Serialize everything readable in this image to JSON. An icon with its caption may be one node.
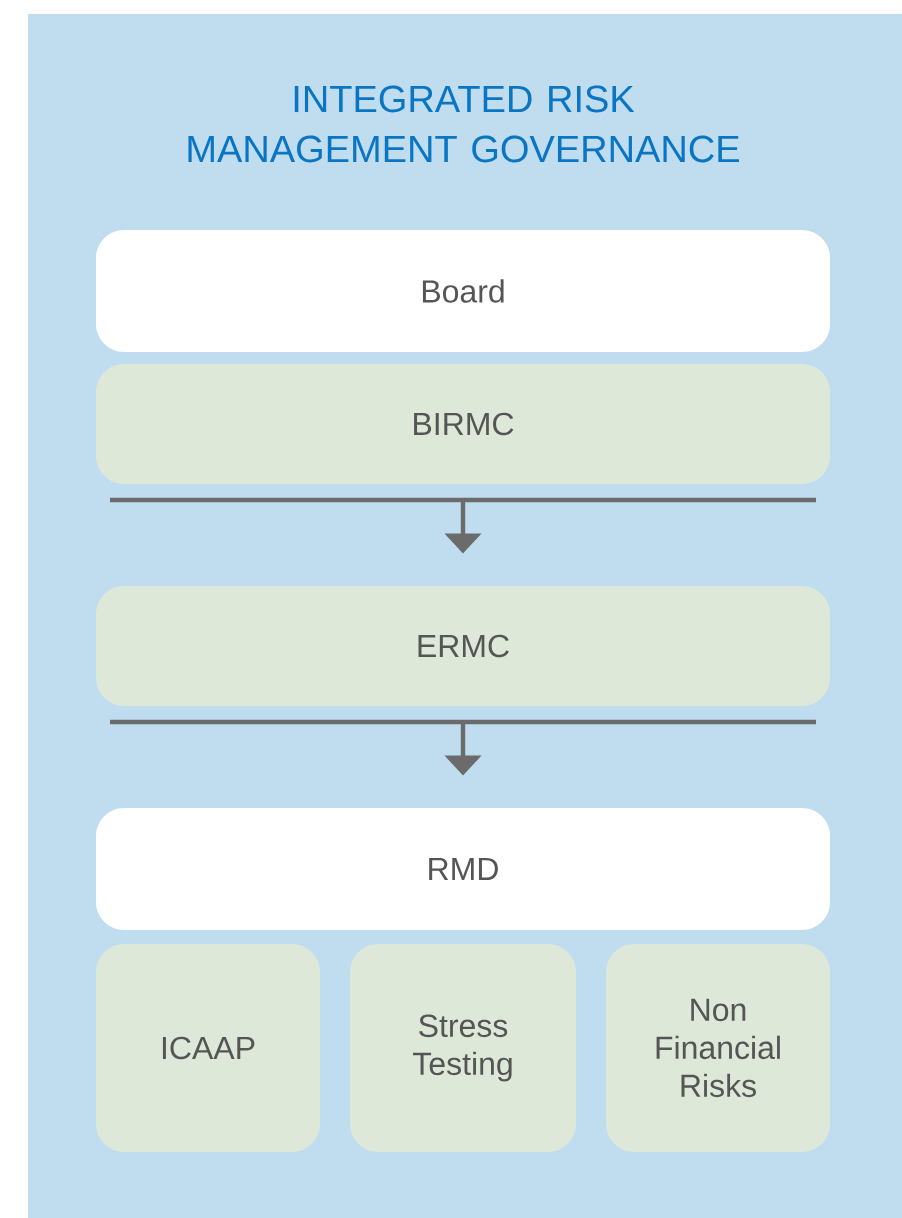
{
  "diagram": {
    "title": "INTEGRATED RISK MANAGEMENT GOVERNANCE",
    "nodes": [
      {
        "text": [
          "Board"
        ]
      },
      {
        "text": [
          "BIRMC"
        ]
      },
      {
        "text": [
          "ERMC"
        ]
      },
      {
        "text": [
          "RMD"
        ]
      },
      {
        "text": [
          "ICAAP"
        ]
      },
      {
        "text": [
          "Stress Testing"
        ]
      },
      {
        "text": [
          "Non Financial Risks"
        ]
      }
    ],
    "edges": [
      {
        "from": 1,
        "to": 2,
        "arrow": "to"
      },
      {
        "from": 2,
        "to": 3,
        "arrow": "to"
      }
    ]
  }
}
